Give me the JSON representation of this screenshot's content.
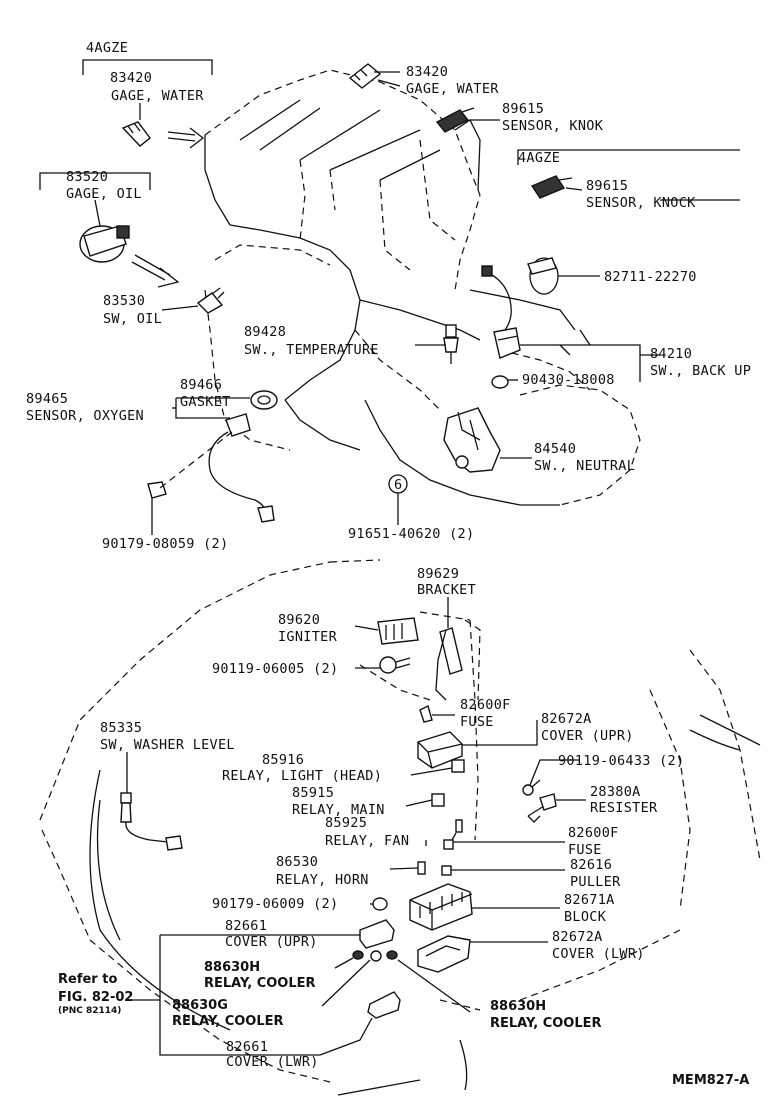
{
  "labels": {
    "engine_4agze_left": "4AGZE",
    "gage_water_left_num": "83420",
    "gage_water_left_name": "GAGE, WATER",
    "gage_oil_num": "83520",
    "gage_oil_name": "GAGE, OIL",
    "sw_oil_num": "83530",
    "sw_oil_name": "SW, OIL",
    "gage_water_right_num": "83420",
    "gage_water_right_name": "GAGE, WATER",
    "sensor_knok_num": "89615",
    "sensor_knok_name": "SENSOR, KNOK",
    "engine_4agze_right": "4AGZE",
    "sensor_knock_num": "89615",
    "sensor_knock_name": "SENSOR, KNOCK",
    "clamp_num": "82711-22270",
    "sw_temp_num": "89428",
    "sw_temp_name": "SW., TEMPERATURE",
    "sw_backup_num": "84210",
    "sw_backup_name": "SW., BACK UP",
    "gasket_backup_num": "90430-18008",
    "gasket_num": "89466",
    "gasket_name": "GASKET",
    "sensor_oxy_num": "89465",
    "sensor_oxy_name": "SENSOR, OXYGEN",
    "sw_neutral_num": "84540",
    "sw_neutral_name": "SW., NEUTRAL",
    "circle_six": "6",
    "bolt_91651": "91651-40620 (2)",
    "nut_90179_08059": "90179-08059 (2)",
    "bracket_num": "89629",
    "bracket_name": "BRACKET",
    "igniter_num": "89620",
    "igniter_name": "IGNITER",
    "bolt_90119_06005": "90119-06005 (2)",
    "fuse_upper_num": "82600F",
    "fuse_upper_name": "FUSE",
    "cover_upr_num": "82672A",
    "cover_upr_name": "COVER (UPR)",
    "washer_num": "85335",
    "washer_name": "SW, WASHER LEVEL",
    "relay_light_num": "85916",
    "relay_light_name": "RELAY, LIGHT  (HEAD)",
    "bolt_90119_06433": "90119-06433 (2)",
    "relay_main_num": "85915",
    "relay_main_name": "RELAY, MAIN",
    "resister_num": "28380A",
    "resister_name": "RESISTER",
    "relay_fan_num": "85925",
    "relay_fan_name": "RELAY, FAN",
    "fuse_lower_num": "82600F",
    "fuse_lower_name": "FUSE",
    "relay_horn_num": "86530",
    "relay_horn_name": "RELAY, HORN",
    "puller_num": "82616",
    "puller_name": "PULLER",
    "nut_90179_06009": "90179-06009 (2)",
    "block_num": "82671A",
    "block_name": "BLOCK",
    "cover_upr_small_num": "82661",
    "cover_upr_small_name": "COVER (UPR)",
    "cover_lwr_num": "82672A",
    "cover_lwr_name": "COVER (LWR)",
    "relay_cooler_h1_num": "88630H",
    "relay_cooler_h1_name": "RELAY, COOLER",
    "refer_to": "Refer to",
    "refer_fig": "FIG. 82-02",
    "refer_pnc": "(PNC 82114)",
    "relay_cooler_g_num": "88630G",
    "relay_cooler_g_name": "RELAY, COOLER",
    "relay_cooler_h2_num": "88630H",
    "relay_cooler_h2_name": "RELAY, COOLER",
    "cover_lwr_small_num": "82661",
    "cover_lwr_small_name": "COVER (LWR)",
    "figure_code": "MEM827-A"
  }
}
